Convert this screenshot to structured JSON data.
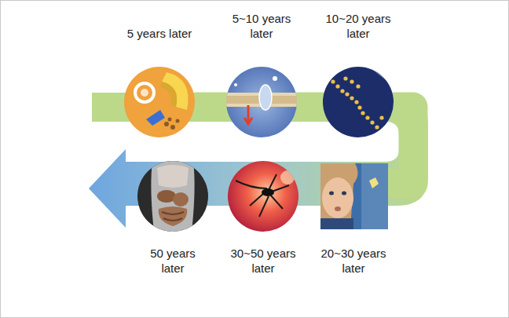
{
  "diagram": {
    "nodes": [
      {
        "text": [
          "5 years later"
        ]
      },
      {
        "text": [
          "5~10 years later"
        ]
      },
      {
        "text": [
          "10~20 years later"
        ]
      },
      {
        "text": [
          "20~30 years later"
        ]
      },
      {
        "text": [
          "30~50 years later"
        ]
      },
      {
        "text": [
          "50 years later"
        ]
      }
    ],
    "edges": [
      {
        "from": 0,
        "to": 1,
        "arrow": "none"
      },
      {
        "from": 1,
        "to": 2,
        "arrow": "none"
      },
      {
        "from": 2,
        "to": 3,
        "arrow": "none"
      },
      {
        "from": 3,
        "to": 4,
        "arrow": "none"
      },
      {
        "from": 4,
        "to": 5,
        "arrow": "none"
      }
    ]
  }
}
